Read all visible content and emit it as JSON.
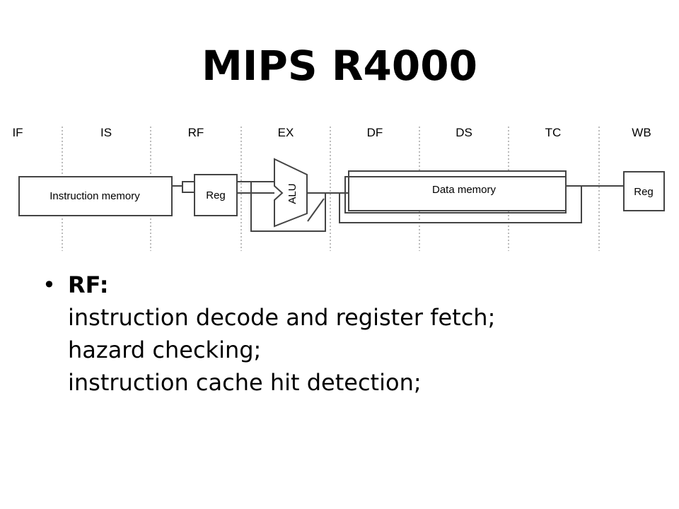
{
  "title": "MIPS R4000",
  "diagram": {
    "stages": [
      "IF",
      "IS",
      "RF",
      "EX",
      "DF",
      "DS",
      "TC",
      "WB"
    ],
    "boxes": {
      "instruction_memory": "Instruction memory",
      "reg_rf": "Reg",
      "alu": "ALU",
      "data_memory": "Data memory",
      "reg_wb": "Reg"
    }
  },
  "bullet": {
    "symbol": "•",
    "heading": "RF:",
    "lines": [
      "instruction decode and register fetch;",
      "hazard checking;",
      "instruction cache hit detection;"
    ]
  }
}
